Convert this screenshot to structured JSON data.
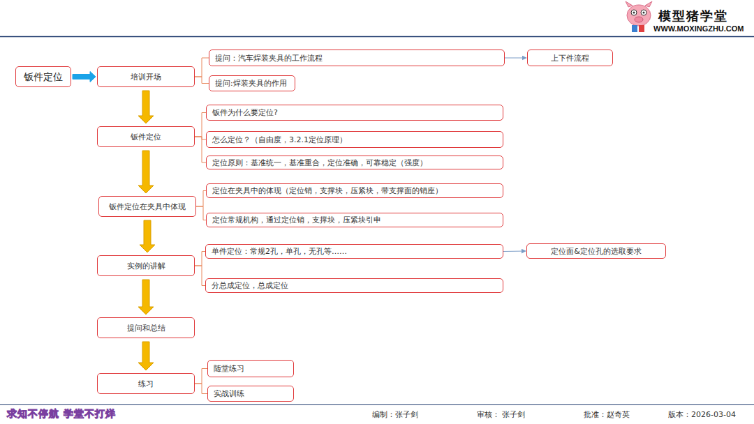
{
  "diagram": {
    "nodes": [
      {
        "text": [
          "钣件定位"
        ]
      },
      {
        "text": [
          "培训开场"
        ]
      },
      {
        "text": [
          "提问：汽车焊装夹具的工作流程"
        ]
      },
      {
        "text": [
          "上下件流程"
        ]
      },
      {
        "text": [
          "提问:焊装夹具的作用"
        ]
      },
      {
        "text": [
          "钣件定位"
        ]
      },
      {
        "text": [
          "钣件为什么要定位?"
        ]
      },
      {
        "text": [
          "怎么定位？（自由度，3.2.1定位原理）"
        ]
      },
      {
        "text": [
          "定位原则：基准统一，基准重合，定位准确，可靠稳定（强度）"
        ]
      },
      {
        "text": [
          "钣件定位在夹具中体现"
        ]
      },
      {
        "text": [
          "定位在夹具中的体现（定位销，支撑块，压紧块，带支撑面的销座）"
        ]
      },
      {
        "text": [
          "定位常规机构，通过定位销，支撑块，压紧块引申"
        ]
      },
      {
        "text": [
          "实例的讲解"
        ]
      },
      {
        "text": [
          "单件定位：常规2孔，单孔，无孔等……"
        ]
      },
      {
        "text": [
          "定位面&定位孔的选取要求"
        ]
      },
      {
        "text": [
          "分总成定位，总成定位"
        ]
      },
      {
        "text": [
          "提问和总结"
        ]
      },
      {
        "text": [
          "练习"
        ]
      },
      {
        "text": [
          "随堂练习"
        ]
      },
      {
        "text": [
          "实战训练"
        ]
      }
    ],
    "edges": [
      {
        "from": 0,
        "to": 1,
        "arrow": "to"
      },
      {
        "from": 1,
        "to": 2,
        "arrow": "none"
      },
      {
        "from": 1,
        "to": 4,
        "arrow": "none"
      },
      {
        "from": 2,
        "to": 3,
        "arrow": "to"
      },
      {
        "from": 1,
        "to": 5,
        "arrow": "to"
      },
      {
        "from": 5,
        "to": 6,
        "arrow": "none"
      },
      {
        "from": 5,
        "to": 7,
        "arrow": "none"
      },
      {
        "from": 5,
        "to": 8,
        "arrow": "none"
      },
      {
        "from": 5,
        "to": 9,
        "arrow": "to"
      },
      {
        "from": 9,
        "to": 10,
        "arrow": "none"
      },
      {
        "from": 9,
        "to": 11,
        "arrow": "none"
      },
      {
        "from": 9,
        "to": 12,
        "arrow": "to"
      },
      {
        "from": 12,
        "to": 13,
        "arrow": "none"
      },
      {
        "from": 13,
        "to": 14,
        "arrow": "to"
      },
      {
        "from": 12,
        "to": 15,
        "arrow": "none"
      },
      {
        "from": 12,
        "to": 16,
        "arrow": "to"
      },
      {
        "from": 16,
        "to": 17,
        "arrow": "to"
      },
      {
        "from": 17,
        "to": 18,
        "arrow": "none"
      },
      {
        "from": 17,
        "to": 19,
        "arrow": "none"
      }
    ],
    "labels": [
      "模型猪学堂",
      "WWW.MOXINGZHU.COM",
      "求知不停航 学堂不打烊",
      "编制：张子剑",
      "审核： 张子剑",
      "批准：赵奇英",
      "版本：2026-03-04"
    ]
  }
}
